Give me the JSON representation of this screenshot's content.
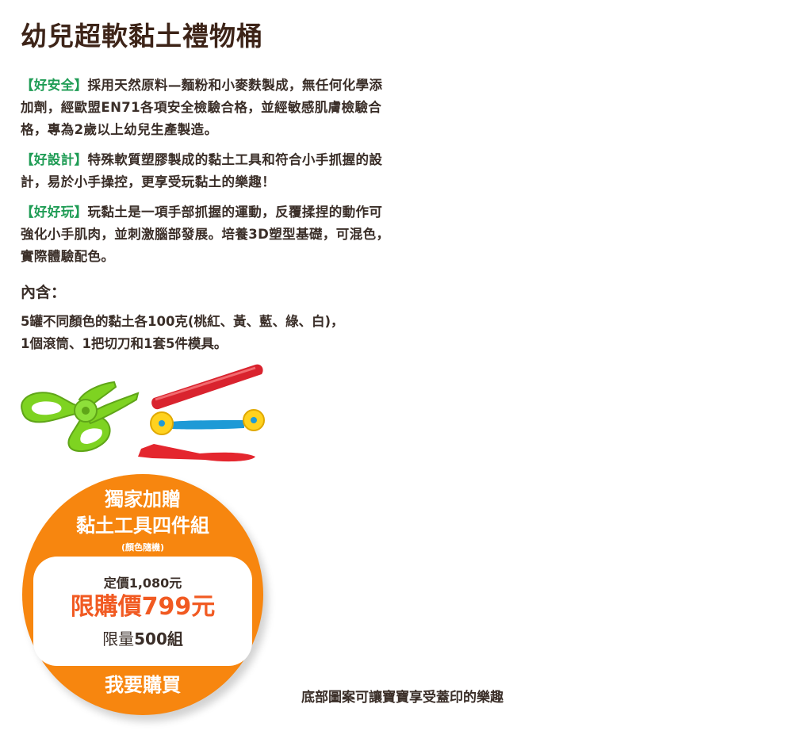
{
  "product": {
    "title": "幼兒超軟黏土禮物桶"
  },
  "features": [
    {
      "tag": "【好安全】",
      "text": "採用天然原料—麵粉和小麥麩製成，無任何化學添加劑，經歐盟EN71各項安全檢驗合格，並經敏感肌膚檢驗合格，專為2歲以上幼兒生產製造。"
    },
    {
      "tag": "【好設計】",
      "text": "特殊軟質塑膠製成的黏土工具和符合小手抓握的設計，易於小手操控，更享受玩黏土的樂趣！"
    },
    {
      "tag": "【好好玩】",
      "text": "玩黏土是一項手部抓握的運動，反覆揉捏的動作可強化小手肌肉，並刺激腦部發展。培養3D塑型基礎，可混色，實際體驗配色。"
    }
  ],
  "contents": {
    "heading": "內含：",
    "line1": "5罐不同顏色的黏土各100克(桃紅、黃、藍、綠、白)，",
    "line2": "1個滾筒、1把切刀和1套5件模具。"
  },
  "promo": {
    "line1": "獨家加贈",
    "line2": "黏土工具四件組",
    "note": "(顏色隨機)",
    "list_price": "定價1,080元",
    "sale_price": "限購價799元",
    "limit_label": "限量",
    "limit_value": "500組",
    "buy_button": "我要購買",
    "colors": {
      "orange": "#f7860f",
      "sale_red": "#f15a22"
    }
  },
  "caption": "底部圖案可讓寶寶享受蓋印的樂趣",
  "colors": {
    "tag_green": "#1f9c55",
    "title_brown": "#3d2418"
  },
  "icons": [
    "scissors-icon",
    "rolling-pin-icon",
    "cutter-tool-icon",
    "spatula-tool-icon"
  ]
}
